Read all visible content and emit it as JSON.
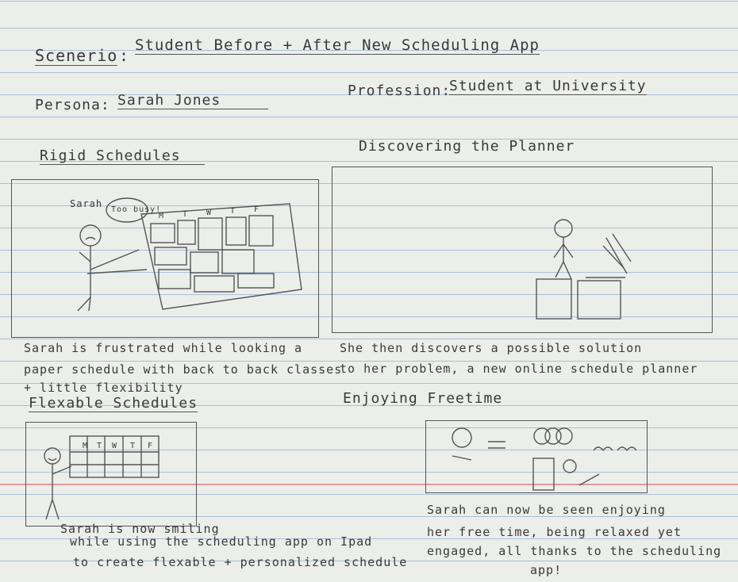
{
  "header": {
    "scenario_label": "Scenerio",
    "scenario_value": "Student Before + After New Scheduling App",
    "persona_label": "Persona:",
    "persona_value": "Sarah Jones",
    "profession_label": "Profession:",
    "profession_value": "Student at University"
  },
  "panels": [
    {
      "title": "Rigid Schedules",
      "sketch_labels": [
        "Sarah",
        "Too busy!",
        "M",
        "T",
        "W",
        "T",
        "F"
      ],
      "caption": [
        "Sarah is frustrated while looking a",
        "paper schedule with back to back classes",
        "+ little flexibility"
      ]
    },
    {
      "title": "Discovering the Planner",
      "caption": [
        "She then discovers a possible solution",
        "to her problem, a new online schedule planner"
      ]
    },
    {
      "title": "Flexable Schedules",
      "sketch_labels": [
        "M",
        "T",
        "W",
        "T",
        "F"
      ],
      "caption": [
        "Sarah is now smiling",
        "while using the scheduling app on Ipad",
        "to create flexable + personalized schedule"
      ]
    },
    {
      "title": "Enjoying Freetime",
      "caption": [
        "Sarah can now be seen enjoying",
        "her free time, being relaxed yet",
        "engaged, all thanks to the scheduling",
        "app!"
      ]
    }
  ],
  "colors": {
    "paper": "#eceeea",
    "rule_line": "#a9bfd6",
    "margin_line": "#e09a9a",
    "pencil": "#3a3a3a"
  }
}
